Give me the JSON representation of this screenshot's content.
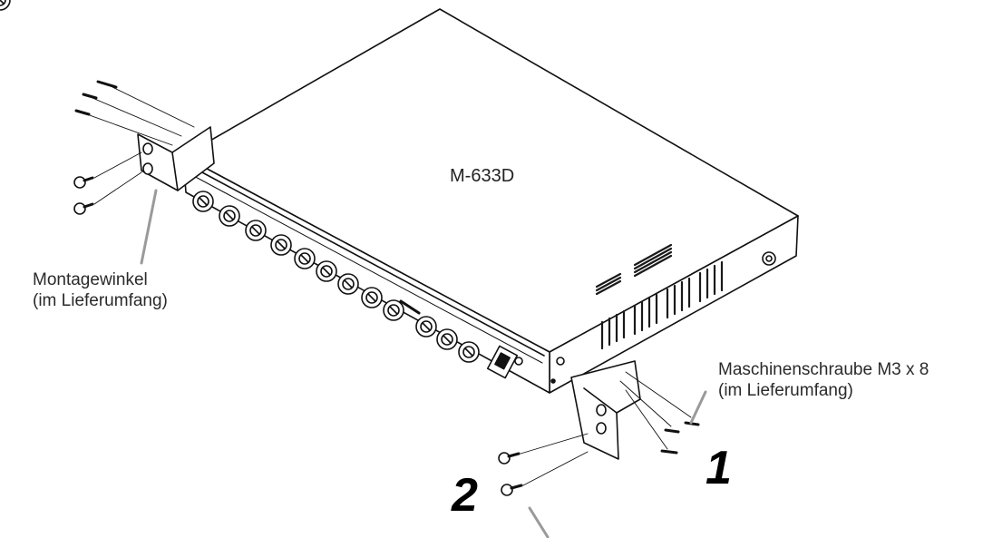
{
  "diagram": {
    "model_label": "M-633D",
    "bracket_label": {
      "line1": "Montagewinkel",
      "line2": "(im Lieferumfang)"
    },
    "screw_label": {
      "line1": "Maschinenschraube M3 x 8",
      "line2": "(im Lieferumfang)"
    },
    "step_1": "1",
    "step_2": "2"
  },
  "colors": {
    "line": "#111111",
    "leader": "#9a9a9a",
    "vent": "#1a1a1a"
  }
}
